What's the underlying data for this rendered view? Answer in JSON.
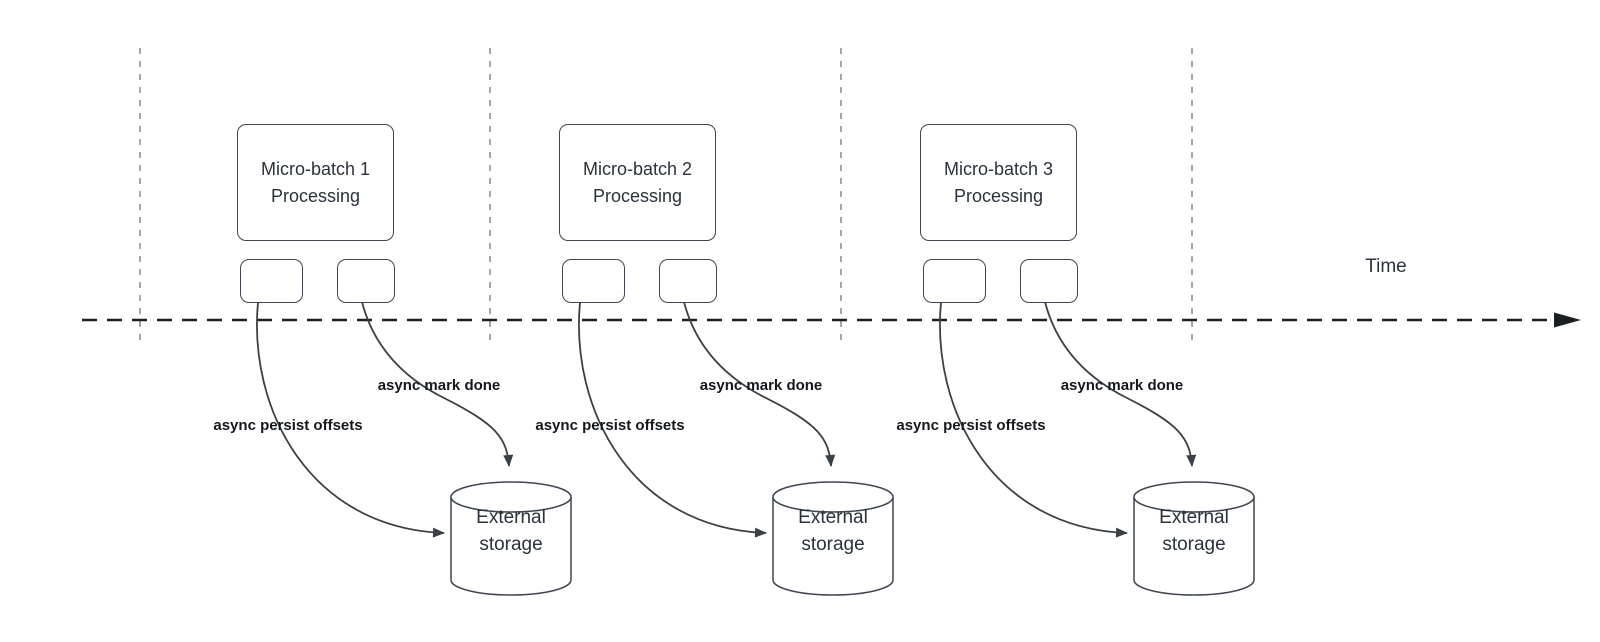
{
  "time_label": "Time",
  "batches": [
    {
      "title": "Micro-batch 1\nProcessing",
      "persist_label": "async persist offsets",
      "mark_done_label": "async mark done",
      "storage_label": "External\nstorage"
    },
    {
      "title": "Micro-batch 2\nProcessing",
      "persist_label": "async persist offsets",
      "mark_done_label": "async mark done",
      "storage_label": "External\nstorage"
    },
    {
      "title": "Micro-batch 3\nProcessing",
      "persist_label": "async persist offsets",
      "mark_done_label": "async mark done",
      "storage_label": "External\nstorage"
    }
  ],
  "colors": {
    "box_border": "#3f4650",
    "text": "#2b323c",
    "label_text": "#14181d",
    "axis": "#1b1e23",
    "separator": "#a6a6a6",
    "arrow": "#3a4046",
    "bg": "#ffffff"
  }
}
